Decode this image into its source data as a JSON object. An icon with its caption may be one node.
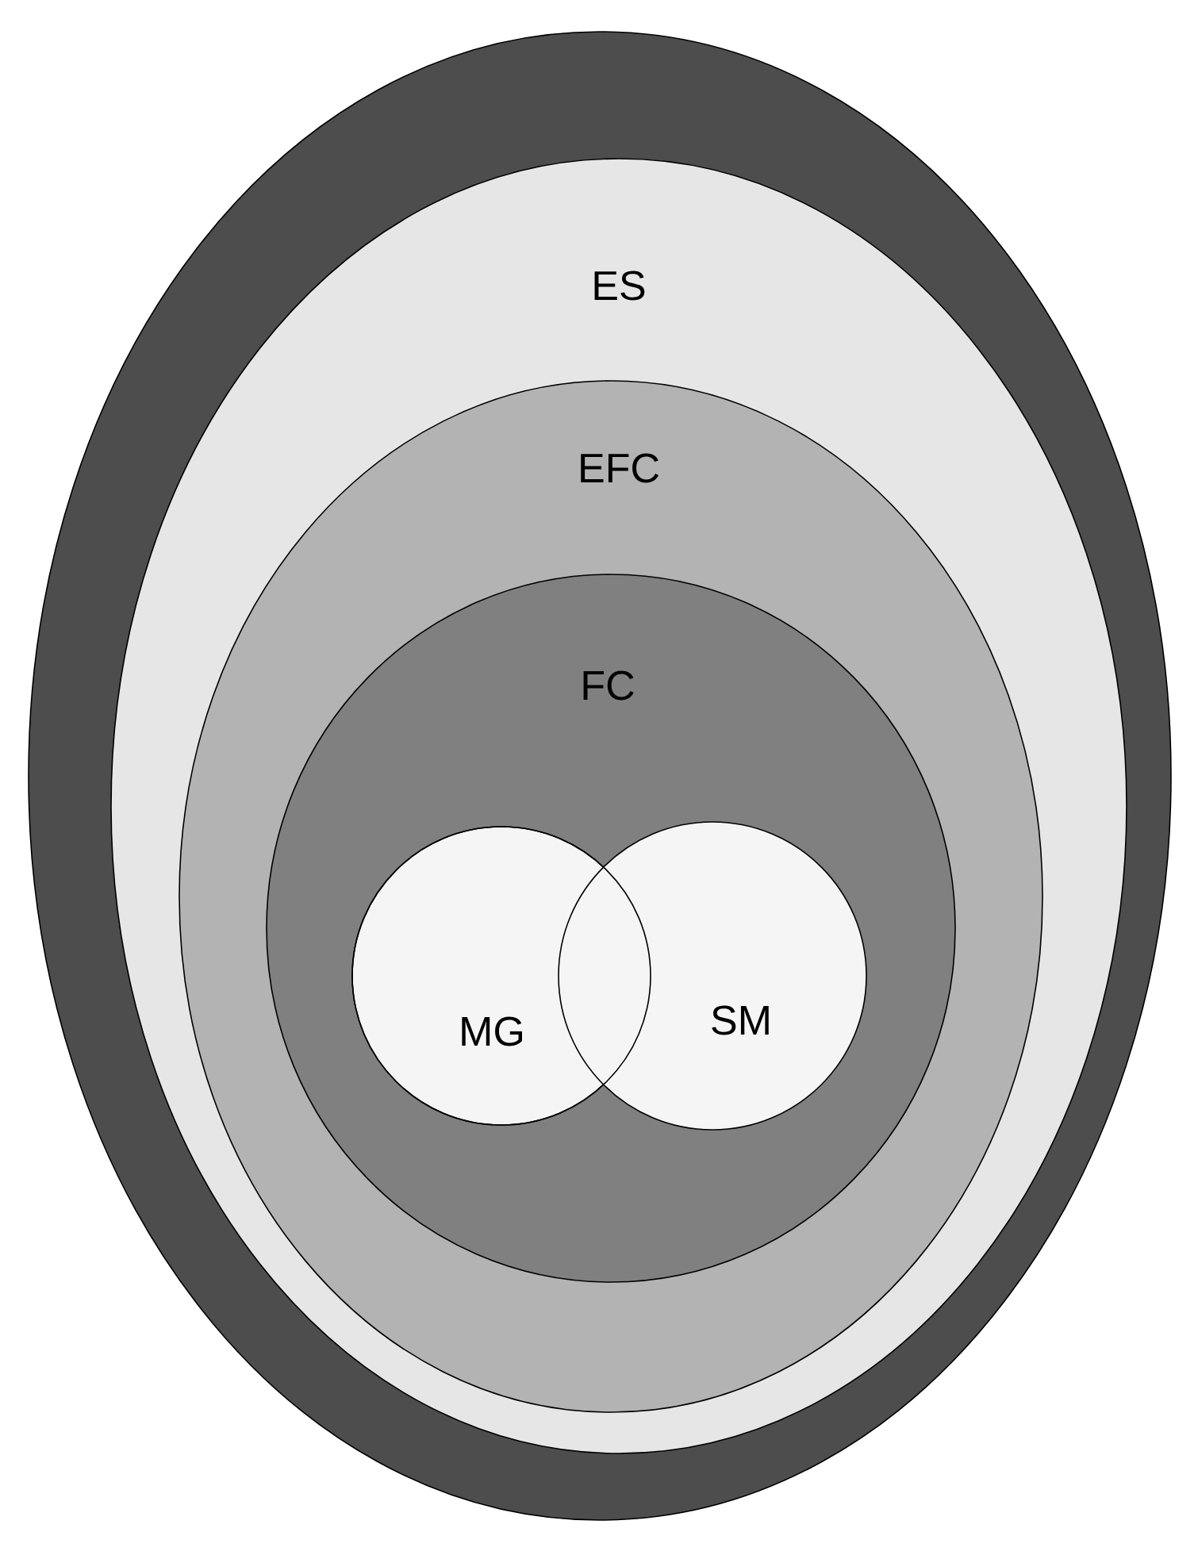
{
  "diagram": {
    "nodes": [
      {
        "text": [],
        "shape": "ellipse"
      },
      {
        "text": [
          "ES"
        ],
        "in": 0
      },
      {
        "text": [
          "EFC"
        ],
        "in": 1
      },
      {
        "text": [
          "FC"
        ],
        "in": 2
      },
      {
        "text": [
          "MG"
        ],
        "in": 3
      },
      {
        "text": [
          "SM"
        ],
        "in": 3
      }
    ]
  }
}
